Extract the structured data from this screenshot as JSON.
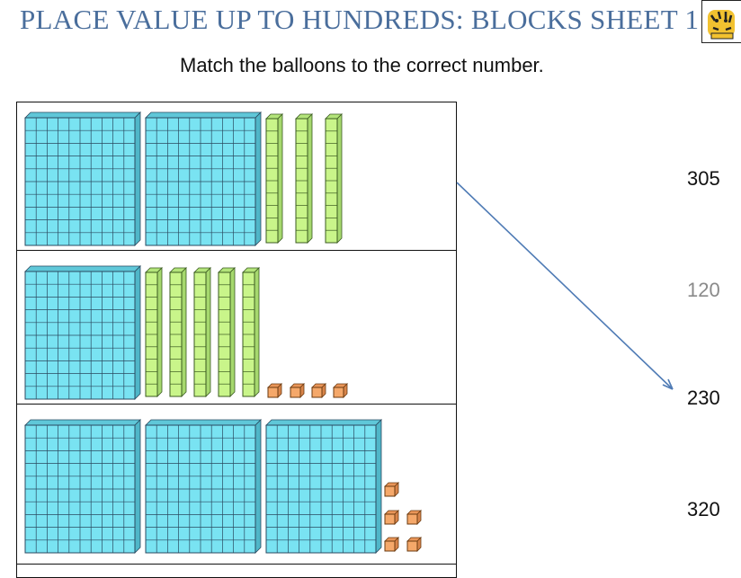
{
  "title": "PLACE VALUE UP TO HUNDREDS: BLOCKS SHEET 1",
  "instruction": "Match the balloons to the correct number.",
  "logo_icon": "tiger-mascot-icon",
  "colors": {
    "title": "#4a6e9c",
    "hundreds_fill": "#79e3f2",
    "tens_fill": "#c9f58a",
    "ones_fill": "#f5a86a",
    "arrow": "#4f7bb5"
  },
  "rows": [
    {
      "hundreds": 2,
      "tens": 3,
      "ones": 0
    },
    {
      "hundreds": 1,
      "tens": 5,
      "ones": 4
    },
    {
      "hundreds": 3,
      "tens": 0,
      "ones": 5
    }
  ],
  "numbers": [
    {
      "label": "305",
      "faint": false
    },
    {
      "label": "120",
      "faint": true
    },
    {
      "label": "230",
      "faint": false
    },
    {
      "label": "320",
      "faint": false
    }
  ]
}
